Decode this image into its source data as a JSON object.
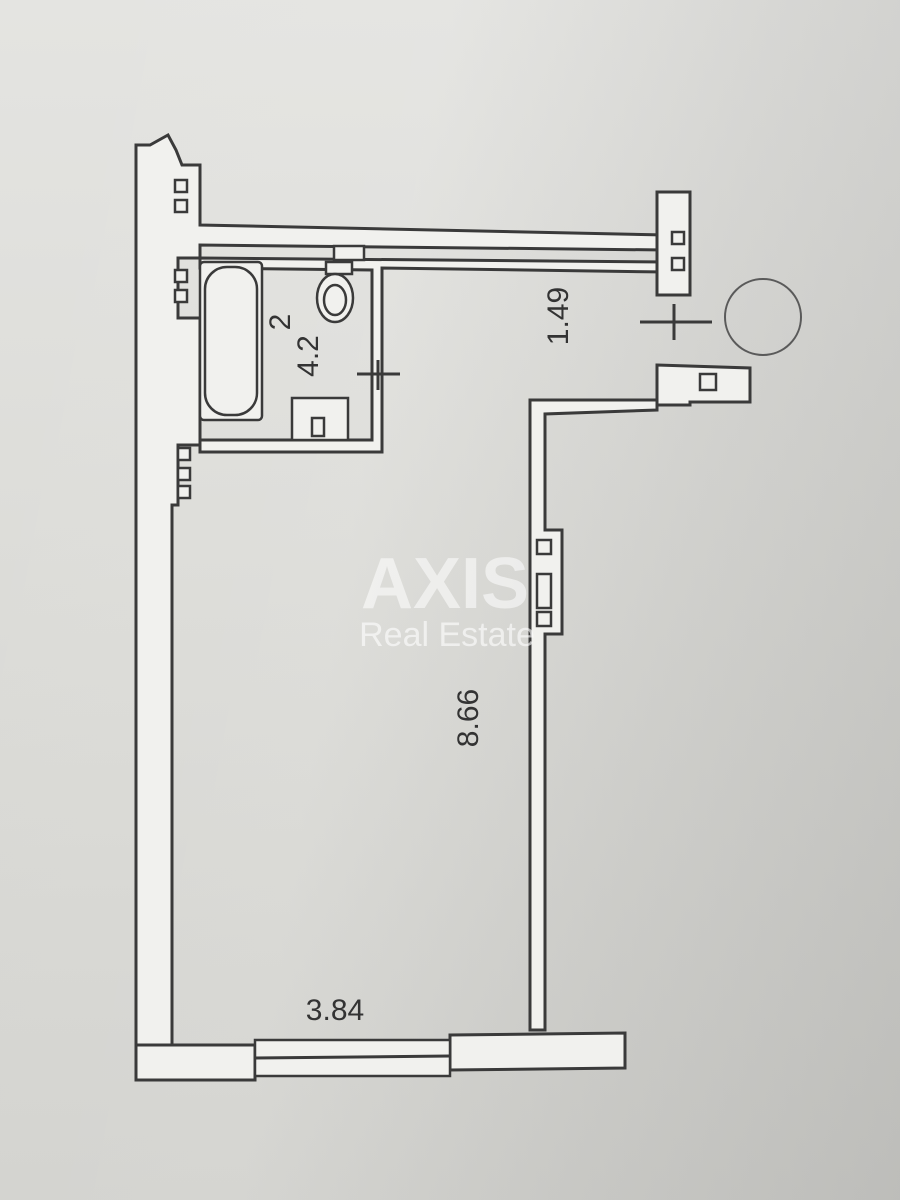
{
  "floor_plan": {
    "dimensions": {
      "bathroom_top": "2",
      "bathroom_side": "4.2",
      "hallway": "1.49",
      "room_length": "8.66",
      "room_width": "3.84"
    },
    "watermark": {
      "brand": "AXIS",
      "tagline": "Real Estate"
    }
  }
}
